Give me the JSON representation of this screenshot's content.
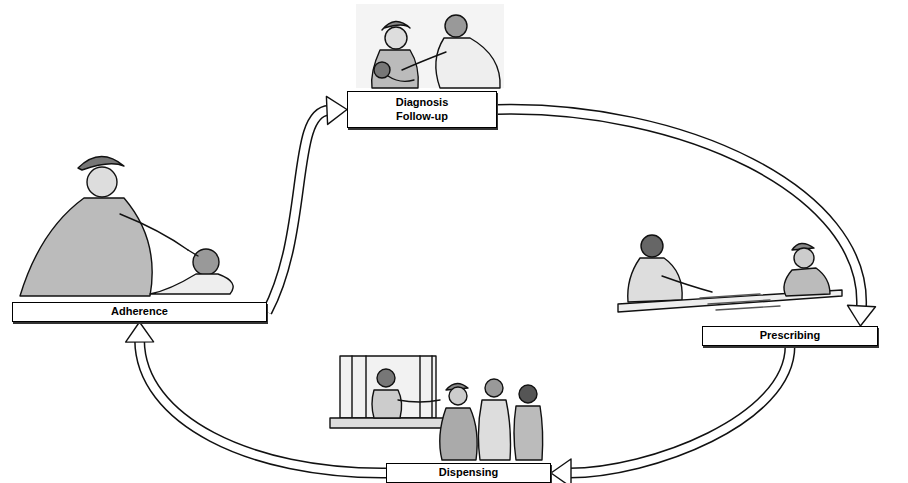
{
  "diagram": {
    "nodes": [
      {
        "text": [
          "Diagnosis Follow-up"
        ]
      },
      {
        "text": [
          "Prescribing"
        ]
      },
      {
        "text": [
          "Dispensing"
        ]
      },
      {
        "text": [
          "Adherence"
        ]
      }
    ],
    "edges": [
      {
        "from": 0,
        "to": 1,
        "arrow": "to"
      },
      {
        "from": 1,
        "to": 2,
        "arrow": "to"
      },
      {
        "from": 2,
        "to": 3,
        "arrow": "to"
      },
      {
        "from": 3,
        "to": 0,
        "arrow": "to"
      }
    ]
  }
}
